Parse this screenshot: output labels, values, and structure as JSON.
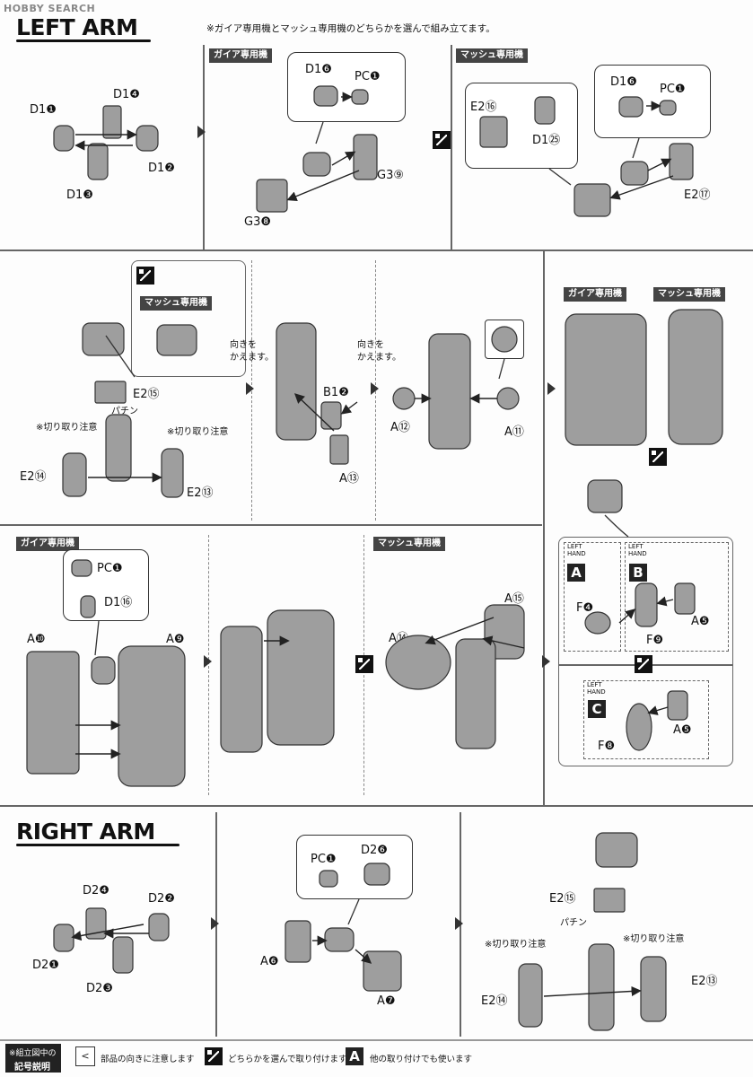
{
  "watermark": "HOBBY SEARCH",
  "left_arm": {
    "title": "LEFT ARM",
    "intro_note": "※ガイア専用機とマッシュ専用機のどちらかを選んで組み立てます。",
    "step1_labels": {
      "d1_1": "D1❶",
      "d1_4": "D1❹",
      "d1_2": "D1❷",
      "d1_3": "D1❸"
    },
    "gaia_tag": "ガイア専用機",
    "mash_tag": "マッシュ専用機",
    "step2_gaia": {
      "d1_6": "D1❻",
      "pc1": "PC❶",
      "g3_9": "G3⑨",
      "g3_8": "G3❽"
    },
    "step2_mash": {
      "e2_16": "E2⑯",
      "d1_25": "D1㉕",
      "d1_6": "D1❻",
      "pc1": "PC❶",
      "e2_17": "E2⑰"
    },
    "row2": {
      "mash_tag": "マッシュ専用機",
      "e2_15": "E2⑮",
      "pachin": "パチン",
      "cut_note": "※切り取り注意",
      "e2_14": "E2⑭",
      "e2_13": "E2⑬",
      "rotate_note_1": "向きを",
      "rotate_note_2": "かえます。",
      "b1_2": "B1❷",
      "a13": "A⑬",
      "a12": "A⑫",
      "a11": "A⑪",
      "gaia_tag": "ガイア専用機",
      "mash_tag_2": "マッシュ専用機"
    },
    "row3": {
      "gaia_tag": "ガイア専用機",
      "pc1": "PC❶",
      "d1_16": "D1⑯",
      "a10": "A❿",
      "a9": "A❾",
      "mash_tag": "マッシュ専用機",
      "a15": "A⑮",
      "a14": "A⑭"
    },
    "hands": {
      "left_hand": "LEFT HAND",
      "a": "A",
      "b": "B",
      "c": "C",
      "f4": "F❹",
      "f9": "F❾",
      "a5": "A❺",
      "f8": "F❽",
      "a5_2": "A❺"
    }
  },
  "right_arm": {
    "title": "RIGHT ARM",
    "step1_labels": {
      "d2_4": "D2❹",
      "d2_2": "D2❷",
      "d2_1": "D2❶",
      "d2_3": "D2❸"
    },
    "step2_labels": {
      "pc1": "PC❶",
      "d2_6": "D2❻",
      "a6": "A❻",
      "a7": "A❼"
    },
    "step3_labels": {
      "e2_15": "E2⑮",
      "pachin": "パチン",
      "cut_note_l": "※切り取り注意",
      "cut_note_r": "※切り取り注意",
      "e2_14": "E2⑭",
      "e2_13": "E2⑬"
    }
  },
  "legend": {
    "title_1": "※組立図中の",
    "title_2": "記号説明",
    "item1": "部品の向きに注意します",
    "item2": "どちらかを選んで取り付けます",
    "item3": "他の取り付けでも使います",
    "item3_letter": "A"
  },
  "colors": {
    "part_fill": "#9e9e9e",
    "part_dark": "#6e6e6e",
    "tag_bg": "#444444"
  }
}
